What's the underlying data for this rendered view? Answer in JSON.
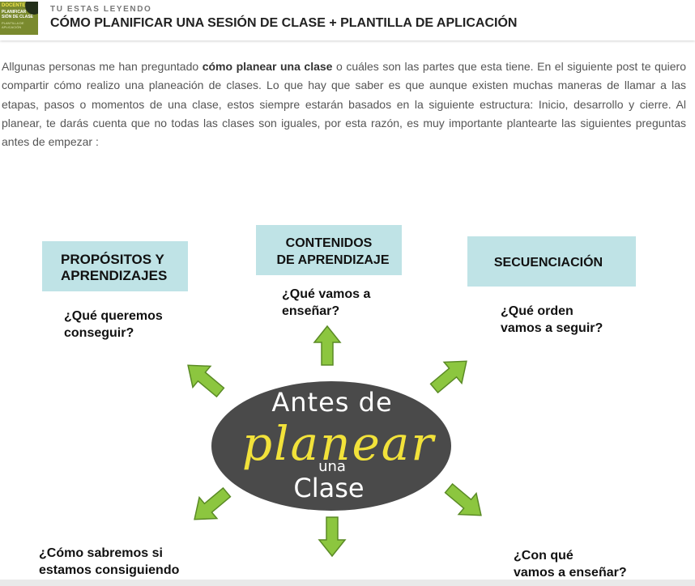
{
  "header": {
    "kicker": "TU ESTAS LEYENDO",
    "title": "CÓMO PLANIFICAR UNA SESIÓN DE CLASE + PLANTILLA DE APLICACIÓN",
    "thumbnail": {
      "line1": "DOCENTE",
      "line2a": "PLANIFICAR",
      "line2b": "SIÓN DE CLASE",
      "line3": "PLANTILLA DE APLICACIÓN"
    }
  },
  "article": {
    "p1_before": "Allgunas personas me han preguntado ",
    "p1_bold": "cómo planear una clase",
    "p1_after": " o cuáles son las partes que esta tiene. En el siguiente post te quiero compartir cómo realizo una planeación de clases. Lo que hay que saber es que aunque existen muchas maneras de llamar a las etapas, pasos o momentos de una clase, estos siempre estarán basados en la siguiente estructura: Inicio, desarrollo y cierre. Al planear, te darás cuenta que no todas las clases son iguales, por esta razón, es muy importante plantearte las siguientes preguntas antes de empezar :"
  },
  "diagram": {
    "center": {
      "line1": "Antes de",
      "line2": "planear",
      "line3": "una",
      "line4": "Clase"
    },
    "boxes": {
      "propositos": [
        "PROPÓSITOS Y",
        "APRENDIZAJES"
      ],
      "contenidos": [
        "CONTENIDOS",
        "DE APRENDIZAJE"
      ],
      "secuenciacion": [
        "SECUENCIACIÓN"
      ]
    },
    "questions": {
      "propositos": [
        "¿Qué queremos",
        "conseguir?"
      ],
      "contenidos": [
        "¿Qué vamos a",
        "enseñar?"
      ],
      "secuenciacion": [
        "¿Qué orden",
        "vamos a seguir?"
      ],
      "evaluacion": [
        "¿Cómo sabremos si",
        "estamos consiguiendo"
      ],
      "recursos": [
        "¿Con qué",
        "vamos a enseñar?"
      ]
    },
    "colors": {
      "box_fill": "#bfe3e6",
      "arrow_fill": "#8cc63f",
      "arrow_stroke": "#5a8a25",
      "ellipse_fill": "#4a4a4a",
      "planear_color": "#f2e23a",
      "text_dark": "#111111"
    }
  }
}
